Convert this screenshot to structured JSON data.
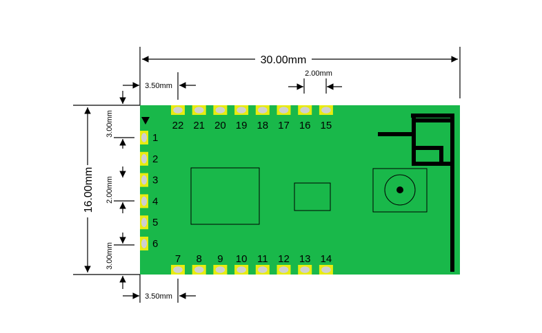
{
  "dimensions": {
    "width": "30.00mm",
    "height": "16.00mm",
    "pin_pitch_top": "2.00mm",
    "top_offset": "3.50mm",
    "bottom_offset": "3.50mm",
    "left_top_margin": "3.00mm",
    "left_pitch": "2.00mm",
    "left_bottom_margin": "3.00mm"
  },
  "pins": {
    "top": [
      "22",
      "21",
      "20",
      "19",
      "18",
      "17",
      "16",
      "15"
    ],
    "bottom": [
      "7",
      "8",
      "9",
      "10",
      "11",
      "12",
      "13",
      "14"
    ],
    "left": [
      "1",
      "2",
      "3",
      "4",
      "5",
      "6"
    ]
  },
  "colors": {
    "board": "#19b84a",
    "pad": "#e8ec11",
    "via": "#cfcfcf",
    "line": "#000000"
  }
}
